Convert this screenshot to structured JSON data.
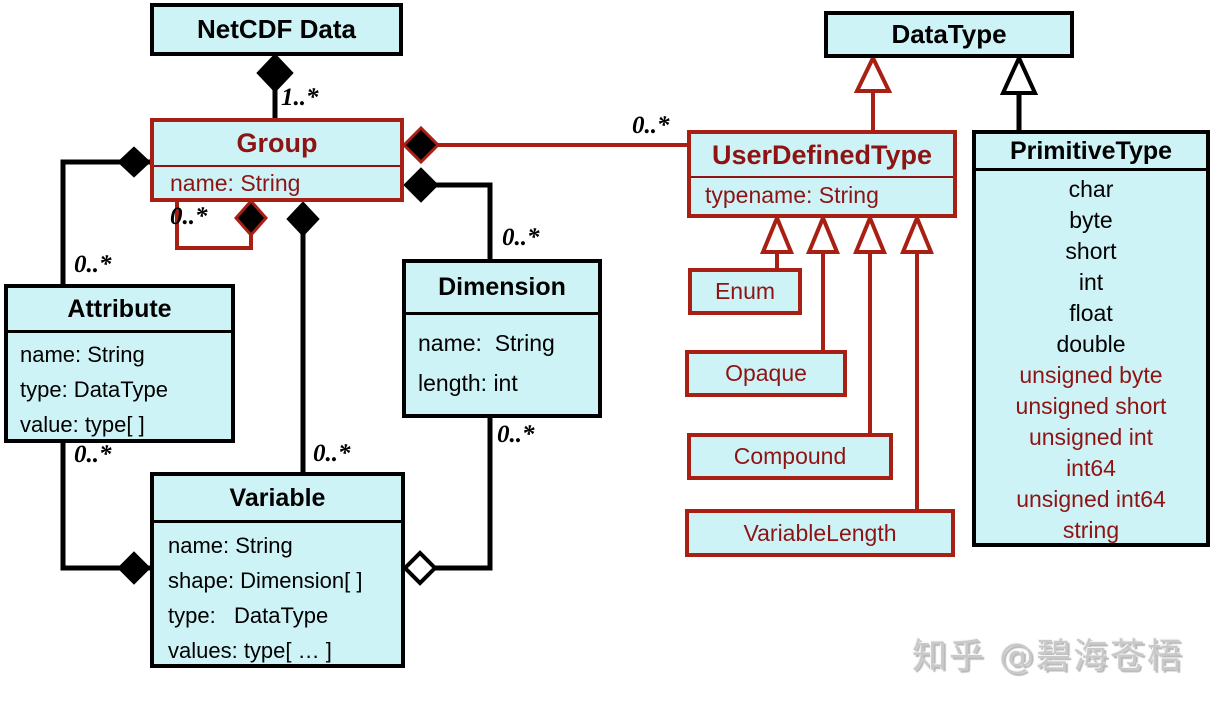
{
  "colors": {
    "fill": "#cdf3f7",
    "red": "#a82014",
    "darkred": "#8e1414",
    "black": "#000000",
    "wm": "#c9c9c9"
  },
  "glyphs": {
    "composition": "filled-diamond",
    "aggregation": "hollow-diamond",
    "generalization": "hollow-triangle"
  },
  "classes": {
    "netcdf": {
      "title": "NetCDF Data"
    },
    "group": {
      "title": "Group",
      "attr1": "name: String"
    },
    "attribute": {
      "title": "Attribute",
      "attr1": "name: String",
      "attr2": "type: DataType",
      "attr3": "value: type[ ]"
    },
    "dimension": {
      "title": "Dimension",
      "attr1": "name:  String",
      "attr2": "length: int"
    },
    "variable": {
      "title": "Variable",
      "attr1": "name: String",
      "attr2": "shape: Dimension[ ]",
      "attr3": "type:   DataType",
      "attr4": "values: type[ … ]"
    },
    "datatype": {
      "title": "DataType"
    },
    "userdefinedtype": {
      "title": "UserDefinedType",
      "attr1": "typename: String"
    },
    "primitivetype": {
      "title": "PrimitiveType",
      "items": [
        "char",
        "byte",
        "short",
        "int",
        "float",
        "double",
        "unsigned byte",
        "unsigned short",
        "unsigned int",
        "int64",
        "unsigned int64",
        "string"
      ]
    },
    "enum": {
      "title": "Enum"
    },
    "opaque": {
      "title": "Opaque"
    },
    "compound": {
      "title": "Compound"
    },
    "variablelength": {
      "title": "VariableLength"
    }
  },
  "multiplicities": {
    "netcdf_group": "1..*",
    "group_self": "0..*",
    "group_attribute": "0..*",
    "attribute_variable": "0..*",
    "group_variable": "0..*",
    "group_dimension": "0..*",
    "dimension_variable": "0..*",
    "group_userdefinedtype": "0..*"
  },
  "watermark": "知乎 @碧海苍梧"
}
